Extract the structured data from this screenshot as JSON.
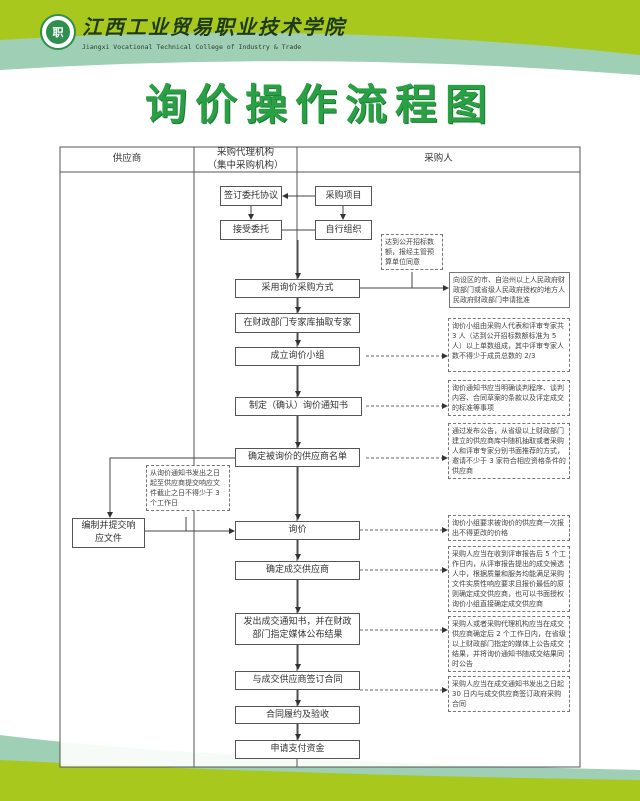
{
  "header": {
    "logo_text": "职",
    "school_cn": "江西工业贸易职业技术学院",
    "school_en": "Jiangxi Vocational Technical College of Industry & Trade",
    "title": "询价操作流程图"
  },
  "colors": {
    "green": "#a8c81e",
    "teal": "#9fcfb4",
    "title": "#2aa044"
  },
  "columns": {
    "supplier": "供应商",
    "agency_line1": "采购代理机构",
    "agency_line2": "（集中采购机构）",
    "purchaser": "采购人"
  },
  "steps": {
    "sign_agreement": "签订委托协议",
    "project": "采购项目",
    "accept": "接受委托",
    "self_organize": "自行组织",
    "adopt_inquiry": "采用询价采购方式",
    "draw_experts": "在财政部门专家库抽取专家",
    "form_group": "成立询价小组",
    "make_notice": "制定（确认）询价通知书",
    "confirm_list": "确定被询价的供应商名单",
    "prepare_response": "编制并提交响应文件",
    "inquiry": "询价",
    "confirm_winner": "确定成交供应商",
    "issue_notice": "发出成交通知书，并在财政部门指定媒体公布结果",
    "sign_contract": "与成交供应商签订合同",
    "perform": "合同履约及验收",
    "apply_payment": "申请支付资金"
  },
  "notes": {
    "threshold": "达到公开招标数额，报经主管预算单位同意",
    "approval": "向设区的市、自治州以上人民政府财政部门或省级人民政府授权的地方人民政府财政部门申请批准",
    "group": "询价小组由采购人代表和评审专家共 3 人（达到公开招标数额标准为 5 人）以上单数组成，其中评审专家人数不得少于成员总数的 2/3",
    "notice": "询价通知书应当明确谈判程序、谈判内容、合同草案的条款以及评定成交的标准等事项",
    "list": "通过发布公告，从省级以上财政部门建立的供应商库中随机抽取或者采购人和评审专家分别书面推荐的方式，邀请不少于 3 家符合相应资格条件的供应商",
    "deadline": "从询价通知书发出之日起至供应商提交响应文件截止之日不得少于 3 个工作日",
    "inquiry": "询价小组要求被询价的供应商一次报出不得更改的价格",
    "winner": "采购人应当在收到评审报告后 5 个工作日内，从评审报告提出的成交候选人中，根据质量和服务均能满足采购文件实质性响应要求且报价最低的原则确定成交供应商，也可以书面授权询价小组直接确定成交供应商",
    "publish": "采购人或者采购代理机构应当在成交供应商确定后 2 个工作日内，在省级以上财政部门指定的媒体上公告成交结果，并将询价通知书随成交结果同时公告",
    "contract": "采购人应当在成交通知书发出之日起 30 日内与成交供应商签订政府采购合同"
  }
}
